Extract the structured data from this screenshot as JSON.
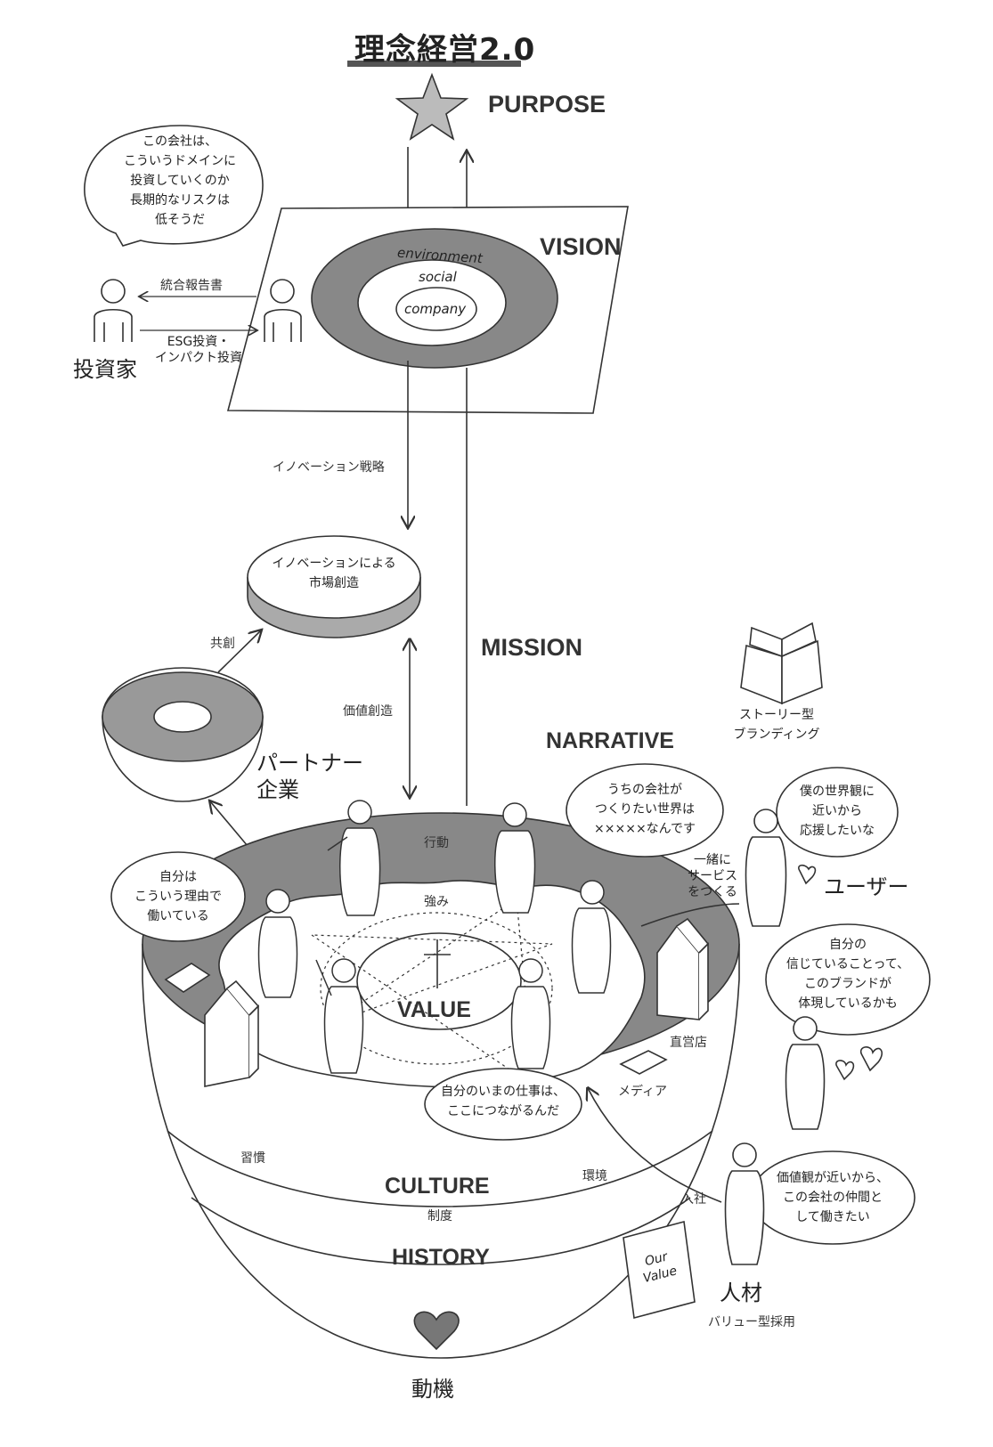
{
  "title": "理念経営2.0",
  "levels": {
    "purpose": "PURPOSE",
    "vision": "VISION",
    "mission": "MISSION",
    "narrative": "NARRATIVE",
    "value": "VALUE",
    "culture": "CULTURE",
    "history": "HISTORY",
    "motive": "動機"
  },
  "rings": {
    "outer": "environment",
    "middle": "social",
    "inner": "company"
  },
  "investor": {
    "label": "投資家",
    "bubble": "この会社は、\nこういうドメインに\n投資していくのか\n長期的なリスクは\n低そうだ",
    "report": "統合報告書",
    "esg": "ESG投資・\nインパクト投資"
  },
  "flows": {
    "innovation_strategy": "イノベーション戦略",
    "market_creation": "イノベーションによる\n市場創造",
    "value_creation": "価値創造",
    "co_creation": "共創"
  },
  "partner": {
    "label": "パートナー\n企業"
  },
  "book": {
    "label": "ストーリー型\nブランディング"
  },
  "bowl": {
    "action": "行動",
    "strength": "強み",
    "habit": "習慣",
    "environment": "環境",
    "system": "制度",
    "store": "直営店",
    "media": "メディア"
  },
  "bubbles": {
    "employee": "自分は\nこういう理由で\n働いている",
    "company_world": "うちの会社が\nつくりたい世界は\n×××××なんです",
    "my_work": "自分のいまの仕事は、\nここにつながるんだ",
    "user_fan": "僕の世界観に\n近いから\n応援したいな",
    "user_belief": "自分の\n信じていることって、\nこのブランドが\n体現しているかも",
    "talent": "価値観が近いから、\nこの会社の仲間と\nして働きたい"
  },
  "users": {
    "label": "ユーザー",
    "co_create": "一緒に\nサービス\nをつくる"
  },
  "talent": {
    "label": "人材",
    "join": "入社",
    "hiring": "バリュー型採用"
  },
  "card": "Our\nValue"
}
